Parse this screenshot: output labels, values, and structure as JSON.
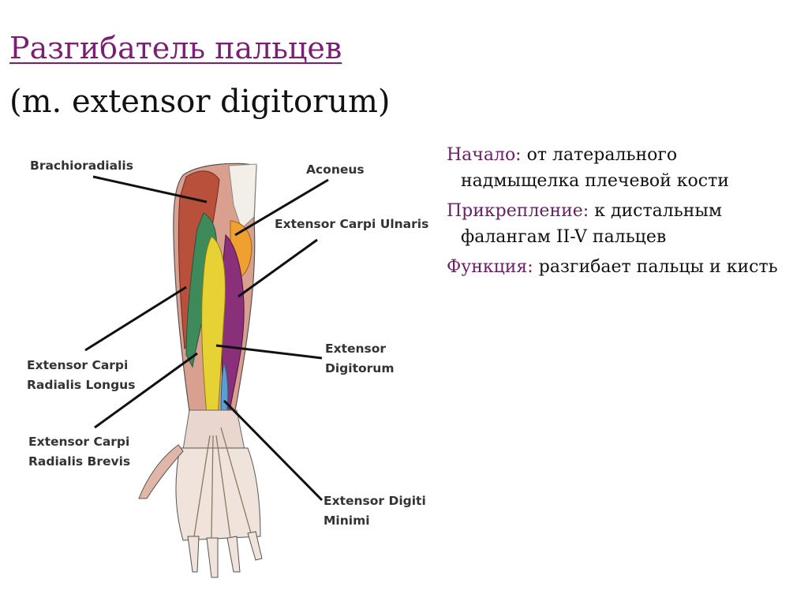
{
  "title": "Разгибатель пальцев",
  "subtitle": "(m. extensor digitorum)",
  "info": {
    "origin_label": "Начало:",
    "origin_text_1": "от латерального",
    "origin_text_2": "надмыщелка плечевой кости",
    "insertion_label": "Прикрепление:",
    "insertion_text_1": "к дистальным",
    "insertion_text_2": "фалангам II-V пальцев",
    "function_label": "Функция:",
    "function_text": "разгибает пальцы и кисть"
  },
  "diagram": {
    "labels": {
      "brachioradialis": "Brachioradialis",
      "aconeus": "Aconeus",
      "extensor_carpi_ulnaris": "Extensor Carpi Ulnaris",
      "extensor_digitorum": "Extensor\nDigitorum",
      "extensor_carpi_radialis_longus": "Extensor Carpi\nRadialis Longus",
      "extensor_carpi_radialis_brevis": "Extensor Carpi\nRadialis Brevis",
      "extensor_digiti_minimi": "Extensor Digiti\nMinimi"
    },
    "colors": {
      "skin_muscle": "#c98b7a",
      "brachioradialis": "#b8503c",
      "ecrl_green": "#3f8a5a",
      "extensor_digitorum_yellow": "#e6d234",
      "ecu_purple": "#8a2f7a",
      "aconeus_orange": "#f0a030",
      "edm_blue": "#5a9fd0",
      "bone": "#f2efe8",
      "outline": "#333333"
    }
  }
}
